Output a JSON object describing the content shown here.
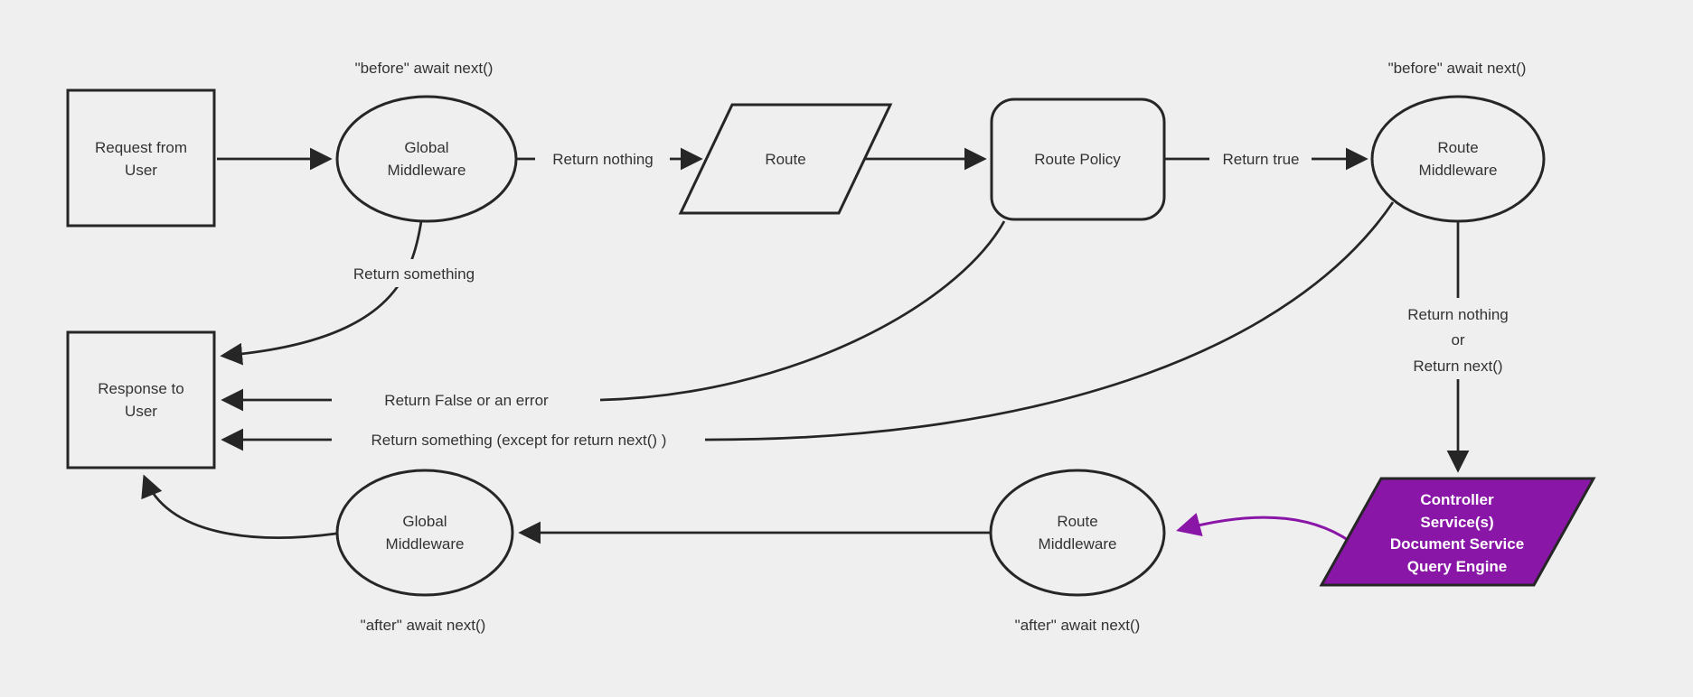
{
  "diagram": {
    "type": "flowchart",
    "background": "#efefef"
  },
  "colors": {
    "background": "#efefef",
    "node_fill": "#efefef",
    "stroke": "#262626",
    "text": "#333333",
    "purple_fill": "#8a16a8",
    "purple_text": "#ffffff"
  },
  "nodes": {
    "request": {
      "line1": "Request from",
      "line2": "User"
    },
    "global_middleware_top": {
      "line1": "Global",
      "line2": "Middleware"
    },
    "route": {
      "label": "Route"
    },
    "route_policy": {
      "label": "Route Policy"
    },
    "route_middleware_top": {
      "line1": "Route",
      "line2": "Middleware"
    },
    "controller": {
      "line1": "Controller",
      "line2": "Service(s)",
      "line3": "Document Service",
      "line4": "Query Engine"
    },
    "route_middleware_bottom": {
      "line1": "Route",
      "line2": "Middleware"
    },
    "global_middleware_bottom": {
      "line1": "Global",
      "line2": "Middleware"
    },
    "response": {
      "line1": "Response to",
      "line2": "User"
    }
  },
  "edge_labels": {
    "before_await_left": "\"before\" await next()",
    "before_await_right": "\"before\" await next()",
    "return_nothing_top": "Return nothing",
    "return_true": "Return true",
    "return_something": "Return something",
    "return_false_or_error": "Return False or an error",
    "return_something_except": "Return something (except for return next() )",
    "return_nothing_or_line1": "Return nothing",
    "return_nothing_or_line2": "or",
    "return_nothing_or_line3": "Return next()",
    "after_await_left": "\"after\" await next()",
    "after_await_right": "\"after\" await next()"
  }
}
